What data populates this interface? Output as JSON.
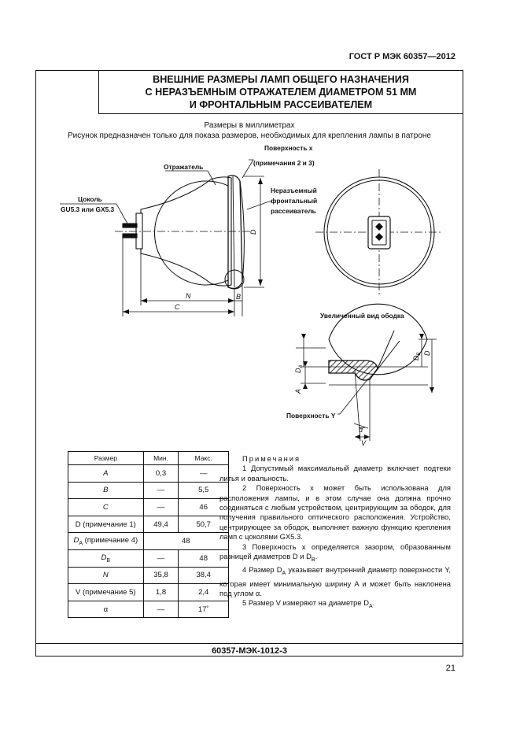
{
  "header": {
    "standard_code": "ГОСТ Р МЭК 60357—2012"
  },
  "title": {
    "line1": "ВНЕШНИЕ РАЗМЕРЫ ЛАМП ОБЩЕГО НАЗНАЧЕНИЯ",
    "line2": "С НЕРАЗЪЕМНЫМ ОТРАЖАТЕЛЕМ ДИАМЕТРОМ 51 ММ",
    "line3": "И ФРОНТАЛЬНЫМ РАССЕИВАТЕЛЕМ"
  },
  "figure": {
    "dims_note": "Размеры в миллиметрах",
    "purpose_note": "Рисунок предназначен только для показа размеров, необходимых для крепления лампы в патроне",
    "labels": {
      "reflector": "Отражатель",
      "base_line1": "Цоколь",
      "base_line2": "GU5.3 или GX5.3",
      "surface_x_line1": "Поверхность x",
      "surface_x_line2": "(примечания 2 и 3)",
      "lens_line1": "Неразъемный",
      "lens_line2": "фронтальный",
      "lens_line3": "рассеиватель",
      "enlarged_view": "Увеличенный вид ободка",
      "surface_y": "Поверхность Y",
      "dim_D": "D",
      "dim_N": "N",
      "dim_C": "C",
      "dim_B": "B",
      "dim_A": "A",
      "dim_DA": "D",
      "dim_DA_sub": "A",
      "dim_DB": "D",
      "dim_DB_sub": "B",
      "dim_D2": "D",
      "dim_V": "V",
      "dim_alpha": "α"
    }
  },
  "table": {
    "headers": [
      "Размер",
      "Мин.",
      "Макс."
    ],
    "rows": [
      {
        "name": "A",
        "min": "0,3",
        "max": "—"
      },
      {
        "name": "B",
        "min": "—",
        "max": "5,5"
      },
      {
        "name": "C",
        "min": "—",
        "max": "46"
      },
      {
        "name": "D (примечание 1)",
        "min": "49,4",
        "max": "50,7"
      },
      {
        "name_main": "D",
        "name_sub": "A",
        "name_rest": " (примечание 4)",
        "span": "48"
      },
      {
        "name_main": "D",
        "name_sub": "B",
        "name_rest": "",
        "min": "—",
        "max": "48"
      },
      {
        "name": "N",
        "min": "35,8",
        "max": "38,4"
      },
      {
        "name": "V (примечание 5)",
        "min": "1,8",
        "max": "2,4"
      },
      {
        "name": "α",
        "min": "—",
        "max": "17˚"
      }
    ]
  },
  "notes": {
    "heading": "Примечания",
    "n1": "1 Допустимый максимальный диаметр включает подтеки литья и овальность.",
    "n2": "2 Поверхность x может быть использована для расположения лампы, и в этом случае она должна прочно соединяться с любым устройством, центрирующим за ободок, для получения правильного оптического расположения. Устройство, центрирующее за ободок, выполняет важную функцию крепления ламп с цоколями GX5.3.",
    "n3": "3 Поверхность x определяется зазором, образованным разницей диаметров D и D",
    "n3_sub": "B",
    "n3_end": ".",
    "n4": "4 Размер D",
    "n4_sub": "A",
    "n4_rest": " указывает внутренний диаметр поверхности Y, которая имеет минимальную ширину A и может быть наклонена под углом α.",
    "n5": "5 Размер V измеряют на диаметре D",
    "n5_sub": "A",
    "n5_end": "."
  },
  "footer": {
    "code": "60357-МЭК-1012-3",
    "page_number": "21"
  }
}
